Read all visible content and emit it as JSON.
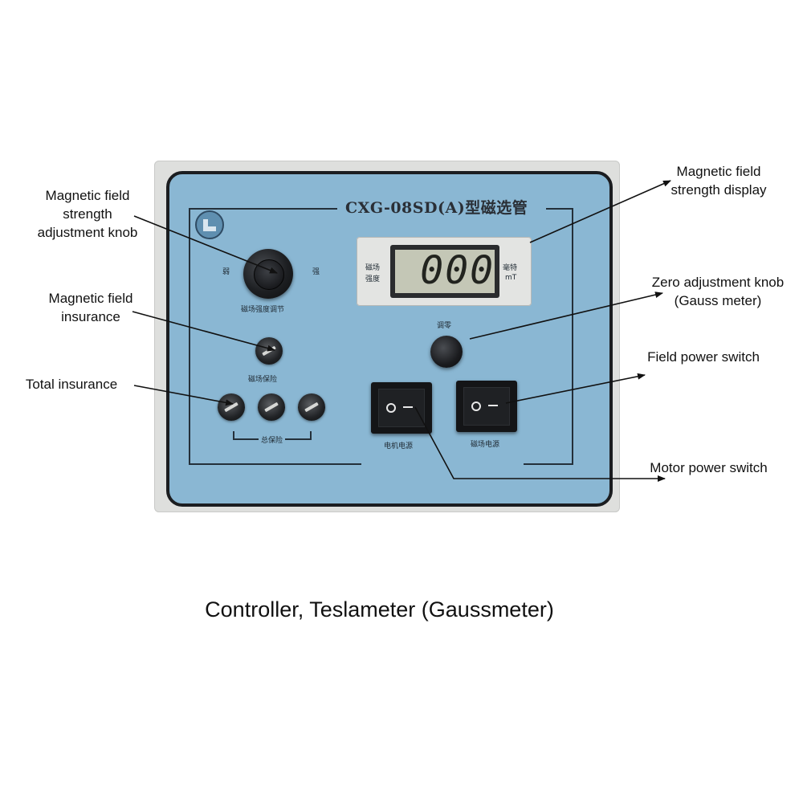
{
  "panel": {
    "title": "CXG-08SD(A)型磁选管",
    "knob_weak": "弱",
    "knob_strong": "强",
    "knob_label": "磁场强度调节",
    "field_fuse_label": "磁场保险",
    "total_fuse_label": "总保险",
    "display_left_label_1": "磁场",
    "display_left_label_2": "强度",
    "display_unit_1": "毫特",
    "display_unit_2": "mT",
    "display_value": "000",
    "zero_label": "调零",
    "motor_switch_label": "电机电源",
    "field_switch_label": "磁场电源"
  },
  "callouts": {
    "strength_knob": [
      "Magnetic field",
      "strength",
      "adjustment knob"
    ],
    "field_insurance": [
      "Magnetic field",
      "insurance"
    ],
    "total_insurance": "Total insurance",
    "display": [
      "Magnetic field",
      "strength display"
    ],
    "zero_knob": [
      "Zero adjustment knob",
      "(Gauss meter)"
    ],
    "field_switch": "Field power switch",
    "motor_switch": "Motor power switch"
  },
  "caption": "Controller, Teslameter (Gaussmeter)",
  "colors": {
    "panel_face": "#8ab7d3",
    "panel_frame": "#dedfdd",
    "lcd": "#c4c7b6"
  }
}
